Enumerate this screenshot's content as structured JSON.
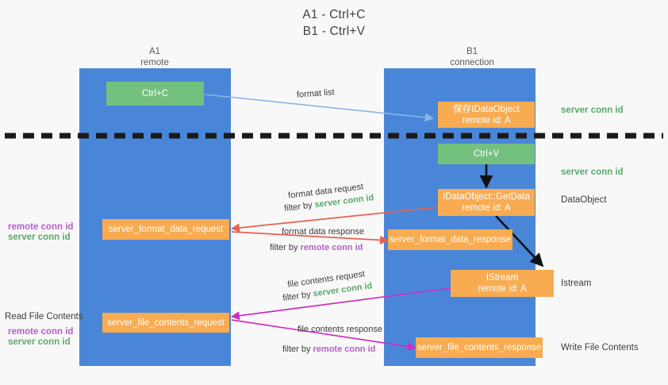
{
  "title": {
    "line1": "A1 - Ctrl+C",
    "line2": "B1 - Ctrl+V"
  },
  "lanes": [
    {
      "id": "a1",
      "name": "A1",
      "role": "remote"
    },
    {
      "id": "b1",
      "name": "B1",
      "role": "connection"
    }
  ],
  "colors": {
    "lane": "#4a86d8",
    "green_box": "#74c17f",
    "orange_box": "#f8ab50",
    "divider": "#1a1a1a",
    "arrow_blue": "#8ab4e8",
    "arrow_black": "#000000",
    "arrow_red": "#e8604f",
    "arrow_magenta": "#cc2ec0",
    "text_green": "#5aa86a",
    "text_purple": "#b45fc8",
    "text_dark": "#3c3c3c"
  },
  "nodes": {
    "ctrl_c": {
      "label": "Ctrl+C"
    },
    "ctrl_v": {
      "label": "Ctrl+V"
    },
    "data_object_create": {
      "line1": "保存IDataObject",
      "line2": "remote id: A"
    },
    "get_data": {
      "line1": "IDataObject::GetData",
      "line2": "remote id: A"
    },
    "istream": {
      "line1": "IStream",
      "line2": "remote id: A"
    },
    "server_format_data_request": {
      "label": "server_format_data_request"
    },
    "server_format_data_response": {
      "label": "server_format_data_response"
    },
    "server_file_contents_request": {
      "label": "server_file_contents_request"
    },
    "server_file_contents_response": {
      "label": "server_file_contents_response"
    }
  },
  "edge_labels": {
    "format_list": "format list",
    "format_data_request": "format data request",
    "format_data_request_filter_pre": "filter by ",
    "format_data_request_filter_key": "server conn id",
    "format_data_response": "format data response",
    "format_data_response_filter_pre": "filter by ",
    "format_data_response_filter_key": "remote conn id",
    "file_contents_request": "file contents request",
    "file_contents_request_filter_pre": "filter by ",
    "file_contents_request_filter_key": "server conn id",
    "file_contents_response": "file contents response",
    "file_contents_response_filter_pre": "filter by ",
    "file_contents_response_filter_key": "remote conn id"
  },
  "annotations": {
    "right_server_conn_id_1": "server conn id",
    "right_server_conn_id_2": "server conn id",
    "right_data_object": "DataObject",
    "right_istream": "Istream",
    "right_write_file_contents": "Write File Contents",
    "left_remote_conn_id_1": "remote conn id",
    "left_server_conn_id_1": "server conn id",
    "left_read_file_contents": "Read File Contents",
    "left_remote_conn_id_2": "remote conn id",
    "left_server_conn_id_2": "server conn id"
  }
}
